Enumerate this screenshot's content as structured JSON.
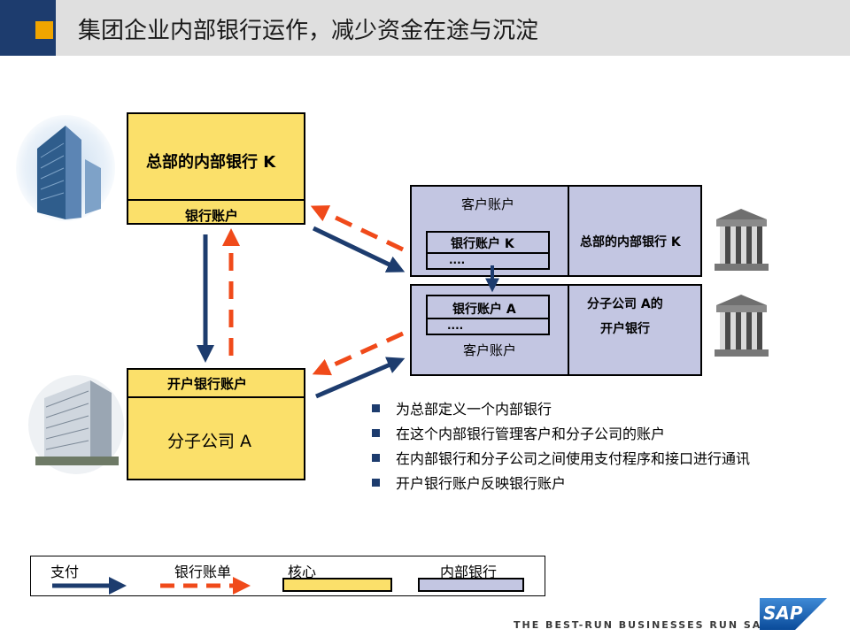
{
  "slide": {
    "title": "集团企业内部银行运作，减少资金在途与沉淀"
  },
  "hq": {
    "title": "总部的内部银行 K",
    "account": "银行账户"
  },
  "sub": {
    "account": "开户银行账户",
    "title": "分子公司 A"
  },
  "ib_top": {
    "label": "客户账户",
    "account": "银行账户 K",
    "dots": "....",
    "right": "总部的内部银行 K"
  },
  "ib_bottom": {
    "account": "银行账户 A",
    "dots": "....",
    "label": "客户账户",
    "right_line1": "分子公司 A的",
    "right_line2": "开户银行"
  },
  "bullets": [
    "为总部定义一个内部银行",
    "在这个内部银行管理客户和分子公司的账户",
    "在内部银行和分子公司之间使用支付程序和接口进行通讯",
    "开户银行账户反映银行账户"
  ],
  "legend": {
    "payment": "支付",
    "statement": "银行账单",
    "core": "核心",
    "inhouse": "内部银行"
  },
  "footer": {
    "slogan": "THE BEST-RUN BUSINESSES RUN SAP",
    "logo": "SAP"
  },
  "colors": {
    "navy": "#1d3c6e",
    "orange": "#f0a500",
    "red": "#f04a1a",
    "yellow": "#fbe06a",
    "lavender": "#c3c6e2"
  }
}
